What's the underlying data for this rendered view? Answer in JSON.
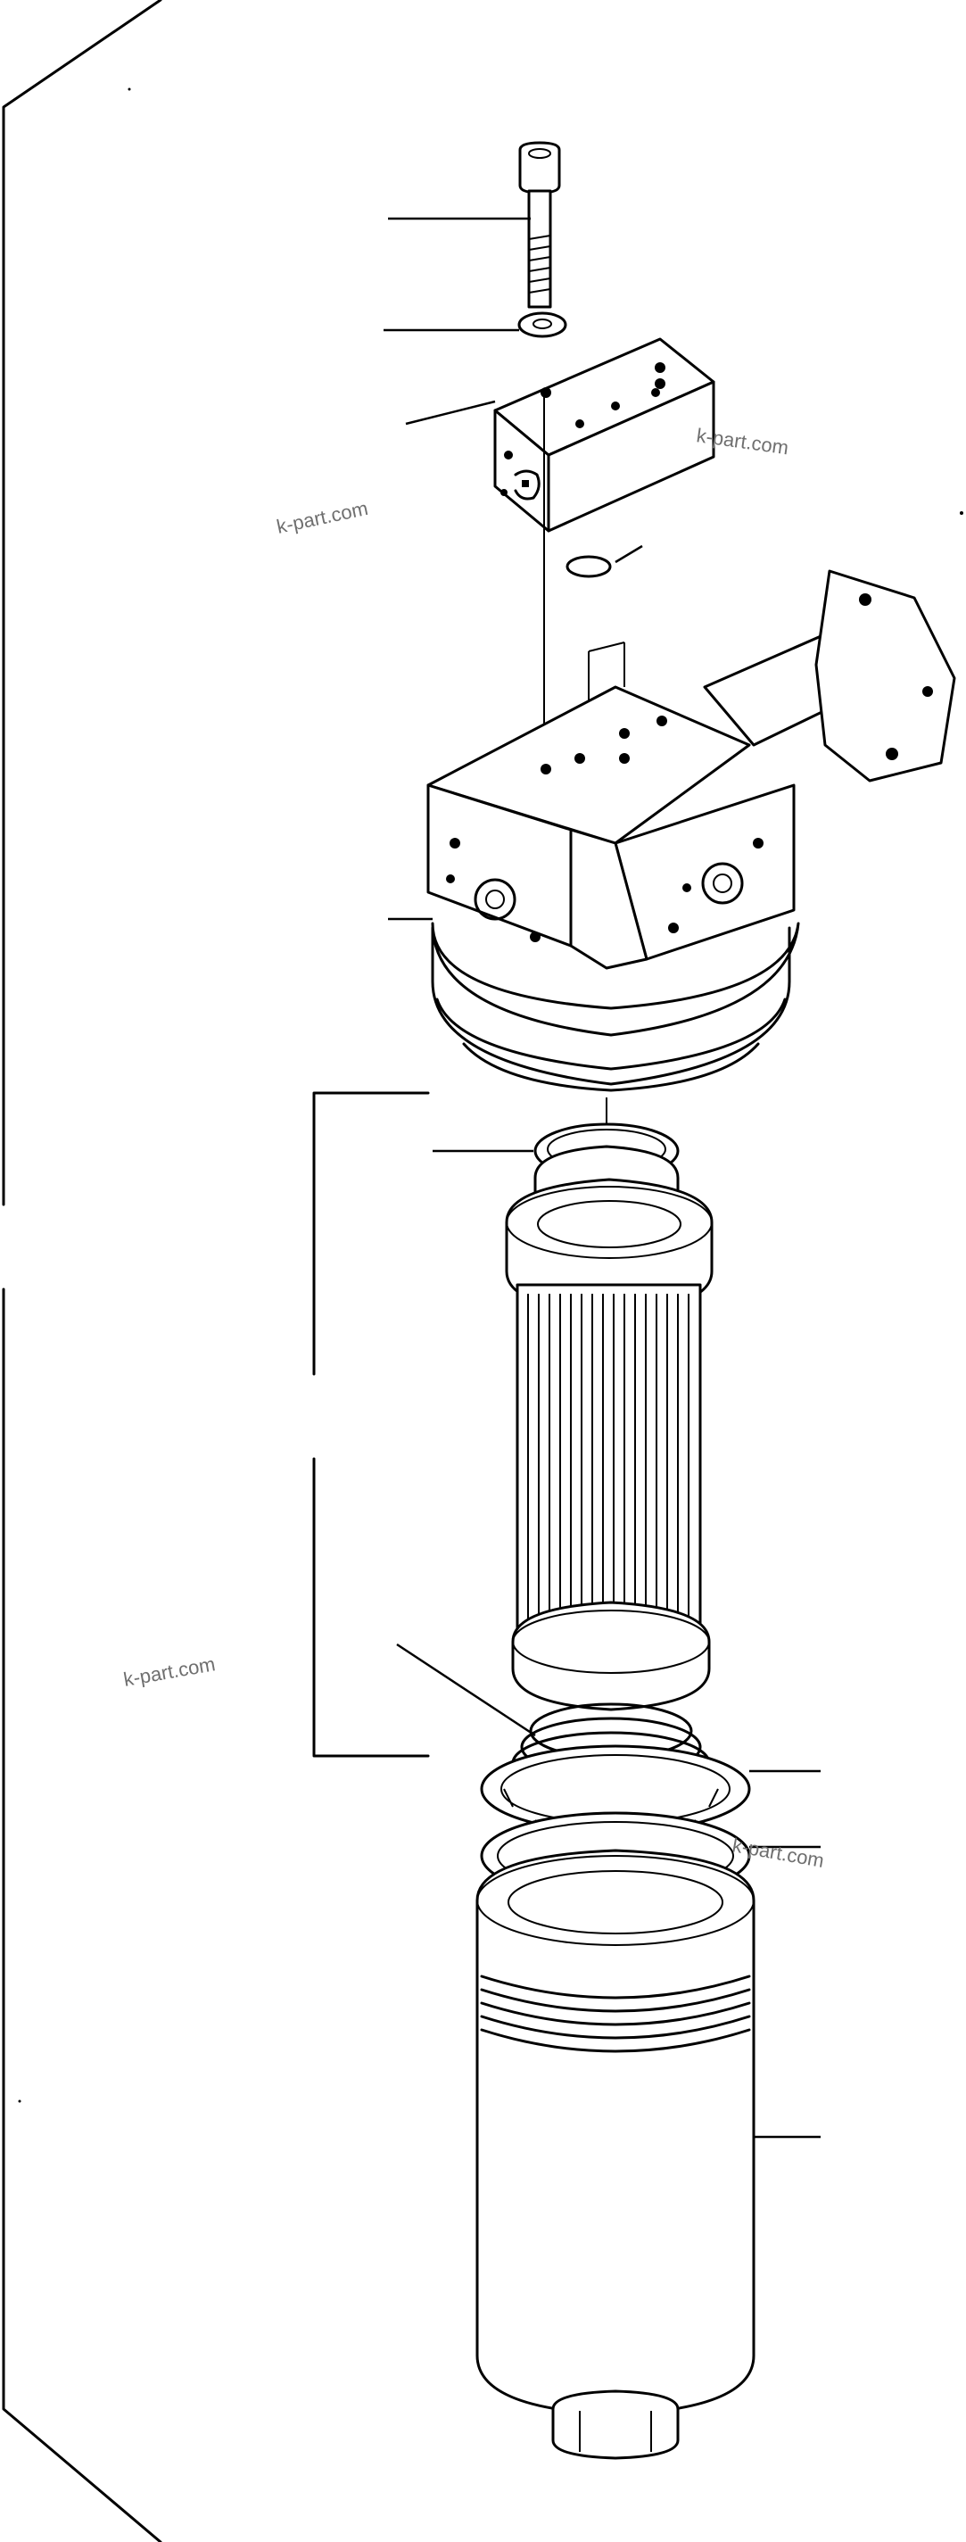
{
  "watermarks": [
    "k-part.com",
    "k-part.com",
    "k-part.com",
    "k-part.com"
  ],
  "colors": {
    "line": "#000000",
    "background": "#ffffff",
    "watermark": "#6f6f6f"
  }
}
